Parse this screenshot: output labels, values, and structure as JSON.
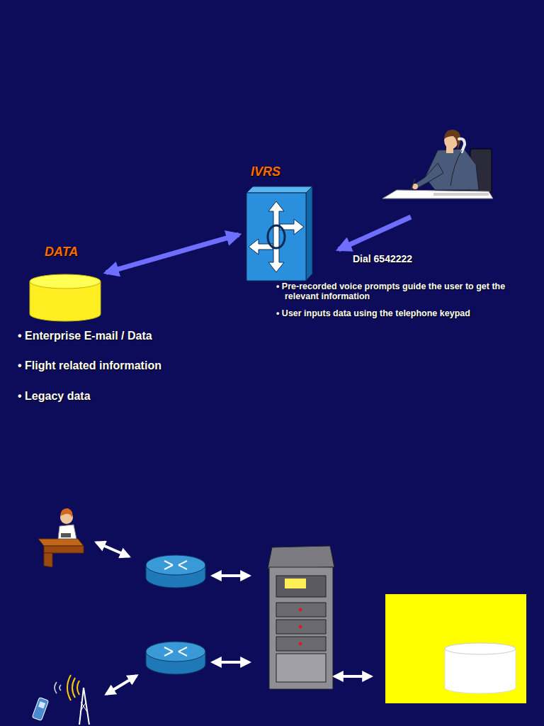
{
  "diagram": {
    "nodes": [
      {
        "text": [
          "IVRS"
        ]
      },
      {
        "text": [
          "DATA"
        ]
      }
    ],
    "edges": [
      {
        "from": 0,
        "to": 1,
        "arrow": "both"
      }
    ],
    "labels": [
      "Dial 6542222",
      "• Pre-recorded voice prompts guide the user to get the relevant information",
      "• User inputs data using the telephone keypad",
      "• Enterprise E-mail / Data",
      "• Flight related information",
      "• Legacy data"
    ]
  }
}
